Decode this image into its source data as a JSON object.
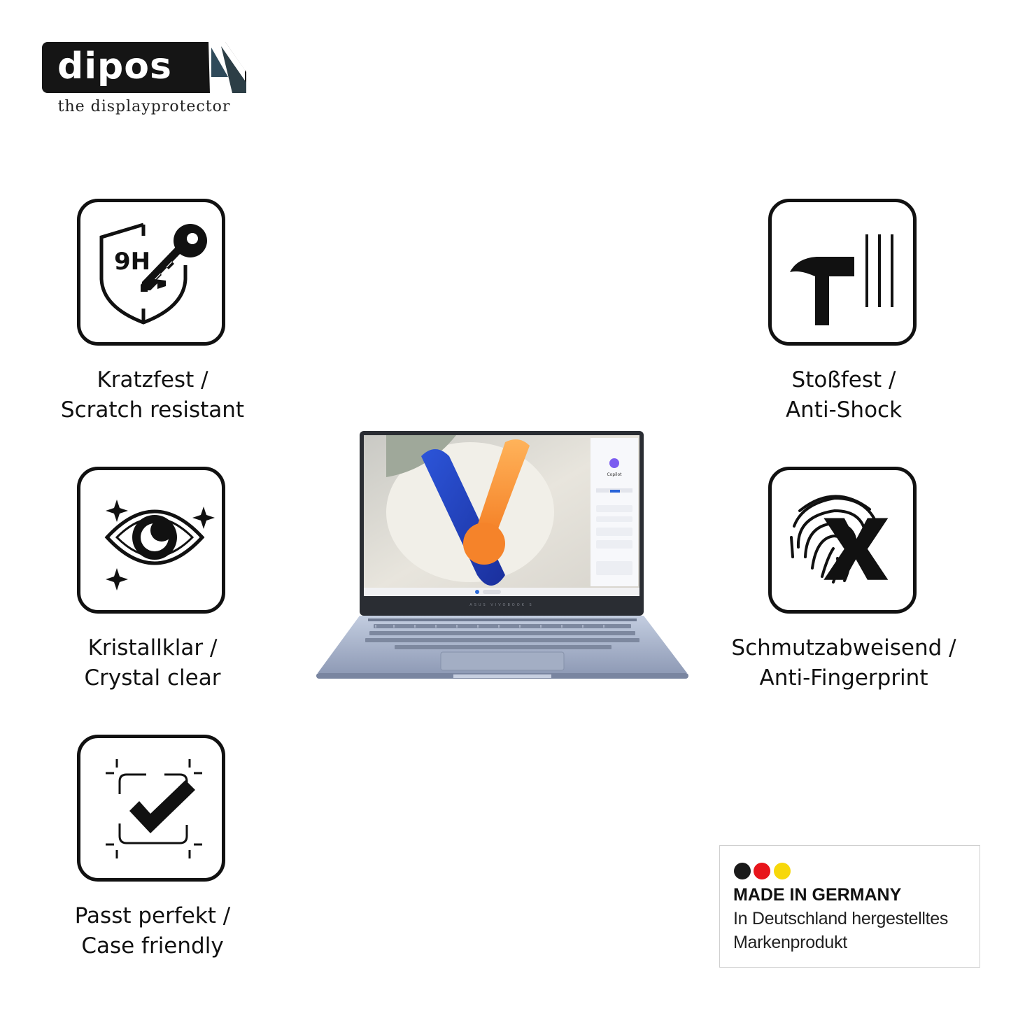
{
  "brand": {
    "name": "dipos",
    "tagline": "the displayprotector"
  },
  "features": [
    {
      "icon": "shield-key-9h-icon",
      "badge_text": "9H",
      "line1": "Kratzfest /",
      "line2": "Scratch resistant"
    },
    {
      "icon": "eye-sparkle-icon",
      "line1": "Kristallklar /",
      "line2": "Crystal clear"
    },
    {
      "icon": "frame-check-icon",
      "line1": "Passt perfekt /",
      "line2": "Case friendly"
    },
    {
      "icon": "hammer-impact-icon",
      "line1": "Stoßfest /",
      "line2": "Anti-Shock"
    },
    {
      "icon": "fingerprint-x-icon",
      "line1": "Schmutzabweisend /",
      "line2": "Anti-Fingerprint"
    }
  ],
  "product": {
    "icon": "laptop-image",
    "bezel_text": "ASUS VIVOBOOK S",
    "sidebar_title": "Copilot"
  },
  "made_in": {
    "title": "MADE IN GERMANY",
    "line1": "In Deutschland hergestelltes",
    "line2": "Markenprodukt",
    "flag_colors": [
      "#1a1a1a",
      "#e8141b",
      "#f7d80a"
    ]
  }
}
